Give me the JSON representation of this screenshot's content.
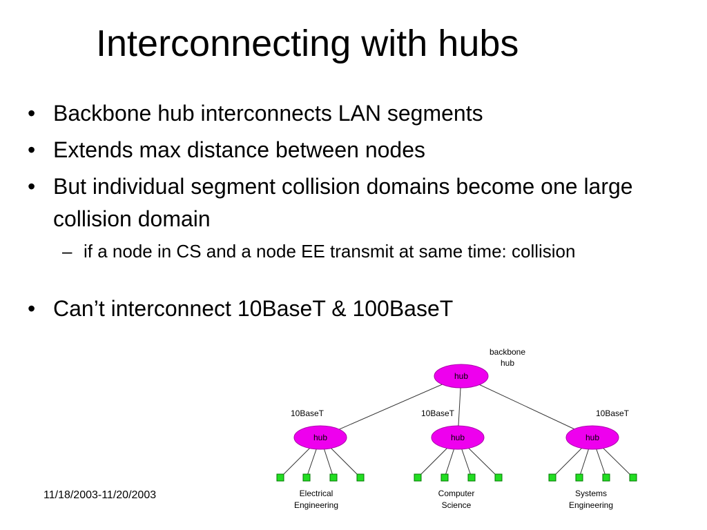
{
  "slide": {
    "title": "Interconnecting with hubs",
    "footer_date": "11/18/2003-11/20/2003"
  },
  "bullets": [
    {
      "text": "Backbone hub interconnects LAN segments"
    },
    {
      "text": "Extends max distance between nodes"
    },
    {
      "text": "But individual segment collision domains become one large collision domain"
    },
    {
      "text": "Can’t interconnect 10BaseT & 100BaseT"
    }
  ],
  "sub_bullets": [
    {
      "text": "if a node in CS and a node EE transmit at same time: collision"
    }
  ],
  "diagram": {
    "backbone_label_line1": "backbone",
    "backbone_label_line2": "hub",
    "hub_label": "hub",
    "segments": [
      {
        "type_label": "10BaseT",
        "dept_line1": "Electrical",
        "dept_line2": "Engineering",
        "hub_label": "hub"
      },
      {
        "type_label": "10BaseT",
        "dept_line1": "Computer",
        "dept_line2": "Science",
        "hub_label": "hub"
      },
      {
        "type_label": "10BaseT",
        "dept_line1": "Systems",
        "dept_line2": "Engineering",
        "hub_label": "hub"
      }
    ],
    "colors": {
      "hub_fill": "#ee00ee",
      "hub_stroke": "#aa00aa",
      "node_fill": "#22dd22",
      "node_stroke": "#007700",
      "link_stroke": "#333333"
    }
  }
}
